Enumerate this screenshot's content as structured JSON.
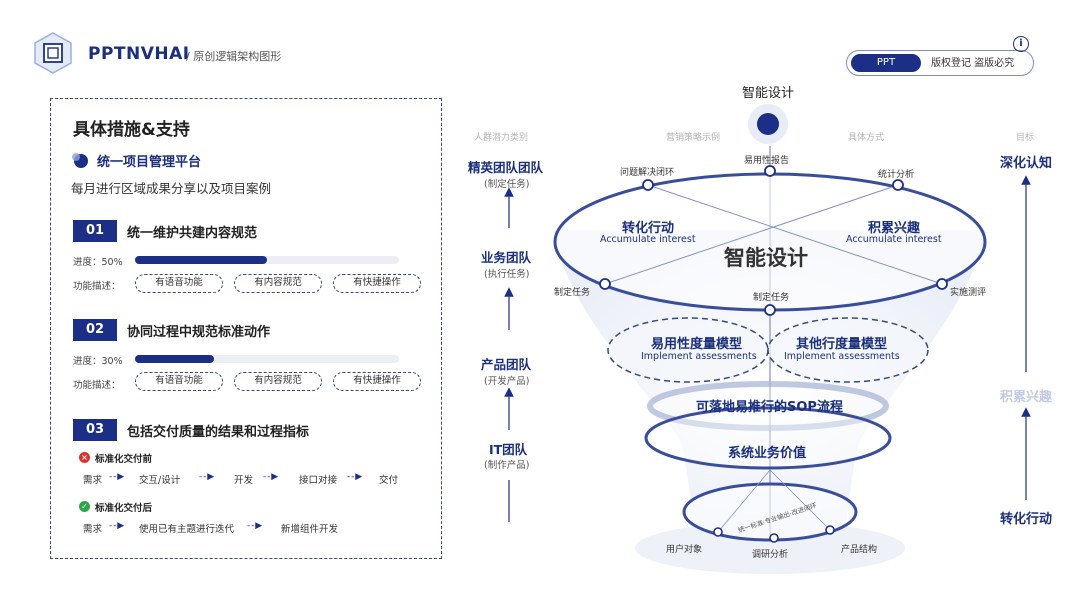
{
  "header": {
    "brand": "PPTNVHAI",
    "subtitle": "/ 原创逻辑架构图形",
    "toggle_on": "PPT",
    "toggle_off": "版权登记 盗版必究",
    "info_glyph": "i"
  },
  "card": {
    "title": "具体措施&支持",
    "platform_title": "统一项目管理平台",
    "platform_desc": "每月进行区域成果分享以及项目案例",
    "sections": [
      {
        "num": "01",
        "title": "统一维护共建内容规范",
        "progress_label": "进度：50%",
        "progress": 0.5,
        "func_label": "功能描述：",
        "tags": [
          "有语音功能",
          "有内容规范",
          "有快捷操作"
        ]
      },
      {
        "num": "02",
        "title": "协同过程中规范标准动作",
        "progress_label": "进度：30%",
        "progress": 0.3,
        "func_label": "功能描述：",
        "tags": [
          "有语音功能",
          "有内容规范",
          "有快捷操作"
        ]
      },
      {
        "num": "03",
        "title": "包括交付质量的结果和过程指标"
      }
    ],
    "before": {
      "title": "标准化交付前",
      "steps": [
        "需求",
        "交互/设计",
        "开发",
        "接口对接",
        "交付"
      ]
    },
    "after": {
      "title": "标准化交付后",
      "steps": [
        "需求",
        "使用已有主题进行迭代",
        "新增组件开发"
      ]
    },
    "arrow_glyph": "- - ▶"
  },
  "diagram": {
    "top_title": "智能设计",
    "axis_labels": [
      "人群潜力类别",
      "营销策略示例",
      "具体方式",
      "目标"
    ],
    "left_teams": [
      {
        "name": "精英团队团队",
        "sub": "(制定任务)"
      },
      {
        "name": "业务团队",
        "sub": "(执行任务)"
      },
      {
        "name": "产品团队",
        "sub": "(开发产品)"
      },
      {
        "name": "IT团队",
        "sub": "(制作产品)"
      }
    ],
    "right_labels": {
      "top": "深化认知",
      "middle": "积累兴趣",
      "bottom": "转化行动"
    },
    "top_ring": {
      "center": "智能设计",
      "left_title": "转化行动",
      "left_sub": "Accumulate interest",
      "right_title": "积累兴趣",
      "right_sub": "Accumulate interest",
      "nodes": [
        "问题解决闭环",
        "易用性报告",
        "统计分析",
        "制定任务",
        "制定任务",
        "实施测评"
      ]
    },
    "models": [
      {
        "title": "易用性度量模型",
        "sub": "Implement assessments"
      },
      {
        "title": "其他行度量模型",
        "sub": "Implement assessments"
      }
    ],
    "sop": "可落地易推行的SOP流程",
    "value": "系统业务价值",
    "bottom_nodes": [
      "用户对象",
      "调研分析",
      "产品结构"
    ],
    "bottom_arc_text": "统一标准·专业输出·改进闭环",
    "colors": {
      "primary": "#1c2f86",
      "ring": "#3a4d9a",
      "faded": "#c3cbe2"
    }
  }
}
